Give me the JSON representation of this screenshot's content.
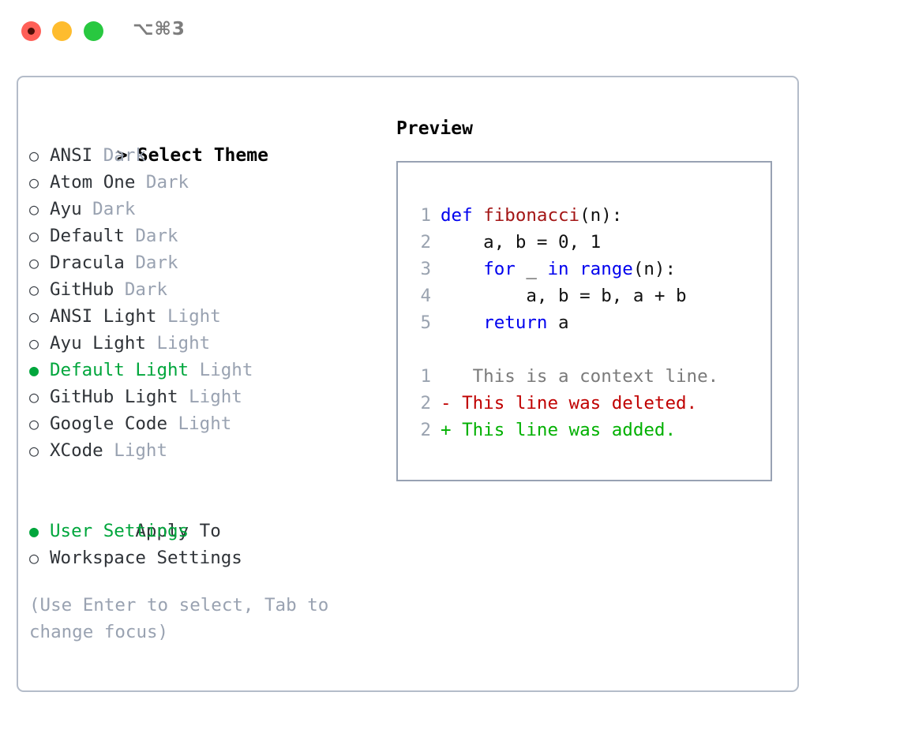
{
  "titlebar": {
    "shortcut": "⌥⌘3",
    "traffic_lights": [
      {
        "name": "close",
        "color": "#ff5f57"
      },
      {
        "name": "minimize",
        "color": "#febc2e"
      },
      {
        "name": "maximize",
        "color": "#28c840"
      }
    ]
  },
  "theme_selector": {
    "header": {
      "marker": ">",
      "label": "Select Theme"
    },
    "items": [
      {
        "marker": "○",
        "label": "ANSI",
        "tag": "Dark",
        "selected": false
      },
      {
        "marker": "○",
        "label": "Atom One",
        "tag": "Dark",
        "selected": false
      },
      {
        "marker": "○",
        "label": "Ayu",
        "tag": "Dark",
        "selected": false
      },
      {
        "marker": "○",
        "label": "Default",
        "tag": "Dark",
        "selected": false
      },
      {
        "marker": "○",
        "label": "Dracula",
        "tag": "Dark",
        "selected": false
      },
      {
        "marker": "○",
        "label": "GitHub",
        "tag": "Dark",
        "selected": false
      },
      {
        "marker": "○",
        "label": "ANSI Light",
        "tag": "Light",
        "selected": false
      },
      {
        "marker": "○",
        "label": "Ayu Light",
        "tag": "Light",
        "selected": false
      },
      {
        "marker": "●",
        "label": "Default Light",
        "tag": "Light",
        "selected": true
      },
      {
        "marker": "○",
        "label": "GitHub Light",
        "tag": "Light",
        "selected": false
      },
      {
        "marker": "○",
        "label": "Google Code",
        "tag": "Light",
        "selected": false
      },
      {
        "marker": "○",
        "label": "XCode",
        "tag": "Light",
        "selected": false
      }
    ]
  },
  "apply_to": {
    "header": {
      "marker": " ",
      "label": "Apply To"
    },
    "items": [
      {
        "marker": "●",
        "label": "User Settings",
        "selected": true
      },
      {
        "marker": "○",
        "label": "Workspace Settings",
        "selected": false
      }
    ]
  },
  "hint": "(Use Enter to select, Tab to change focus)",
  "preview": {
    "title": "Preview",
    "code_lines": [
      {
        "ln": "1",
        "tokens": [
          {
            "t": "def ",
            "c": "kw"
          },
          {
            "t": "fibonacci",
            "c": "fn"
          },
          {
            "t": "(n):",
            "c": "plain"
          }
        ]
      },
      {
        "ln": "2",
        "tokens": [
          {
            "t": "    a, b = 0, 1",
            "c": "plain"
          }
        ]
      },
      {
        "ln": "3",
        "tokens": [
          {
            "t": "    ",
            "c": "plain"
          },
          {
            "t": "for",
            "c": "kw"
          },
          {
            "t": " _ ",
            "c": "plain"
          },
          {
            "t": "in",
            "c": "kw"
          },
          {
            "t": " ",
            "c": "plain"
          },
          {
            "t": "range",
            "c": "bi"
          },
          {
            "t": "(n):",
            "c": "plain"
          }
        ]
      },
      {
        "ln": "4",
        "tokens": [
          {
            "t": "        a, b = b, a + b",
            "c": "plain"
          }
        ]
      },
      {
        "ln": "5",
        "tokens": [
          {
            "t": "    ",
            "c": "plain"
          },
          {
            "t": "return",
            "c": "kw"
          },
          {
            "t": " a",
            "c": "plain"
          }
        ]
      }
    ],
    "diff_lines": [
      {
        "ln": "1",
        "sign": " ",
        "text": "  This is a context line.",
        "kind": "ctx"
      },
      {
        "ln": "2",
        "sign": "-",
        "text": " This line was deleted.",
        "kind": "del"
      },
      {
        "ln": "2",
        "sign": "+",
        "text": " This line was added.",
        "kind": "add"
      }
    ]
  },
  "colors": {
    "accent_green": "#00a63c",
    "muted": "#99a2b1",
    "border": "#b4bcc9",
    "preview_border": "#98a2b3",
    "keyword": "#0000ee",
    "function": "#a31515",
    "deleted": "#c00000",
    "added": "#00b000"
  }
}
